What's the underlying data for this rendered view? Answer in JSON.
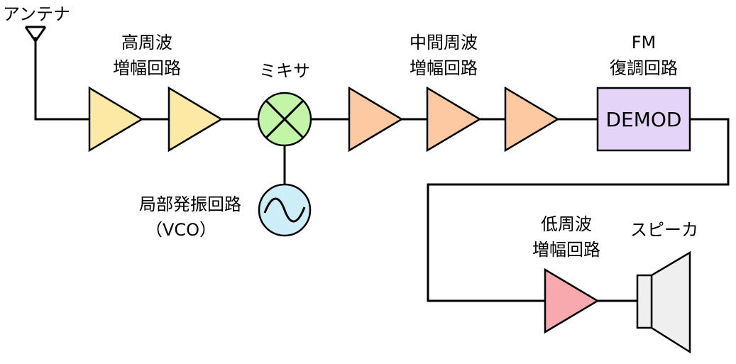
{
  "labels": {
    "antenna": "アンテナ",
    "rf_amp_line1": "高周波",
    "rf_amp_line2": "増幅回路",
    "mixer": "ミキサ",
    "lo_line1": "局部発振回路",
    "lo_line2": "（VCO）",
    "if_amp_line1": "中間周波",
    "if_amp_line2": "増幅回路",
    "fm_line1": "FM",
    "fm_line2": "復調回路",
    "demod_text": "DEMOD",
    "af_amp_line1": "低周波",
    "af_amp_line2": "増幅回路",
    "speaker": "スピーカ"
  },
  "colors": {
    "rf_amp": "#fde9a6",
    "mixer": "#c3f5a8",
    "oscillator": "#cdeef8",
    "if_amp": "#fcc9a2",
    "demod": "#e4d4f8",
    "af_amp": "#f8a9ae",
    "speaker": "#efefef"
  },
  "icons": {
    "antenna": "antenna-icon",
    "mixer": "mixer-cross-icon",
    "oscillator": "sine-wave-icon",
    "speaker": "speaker-icon"
  }
}
